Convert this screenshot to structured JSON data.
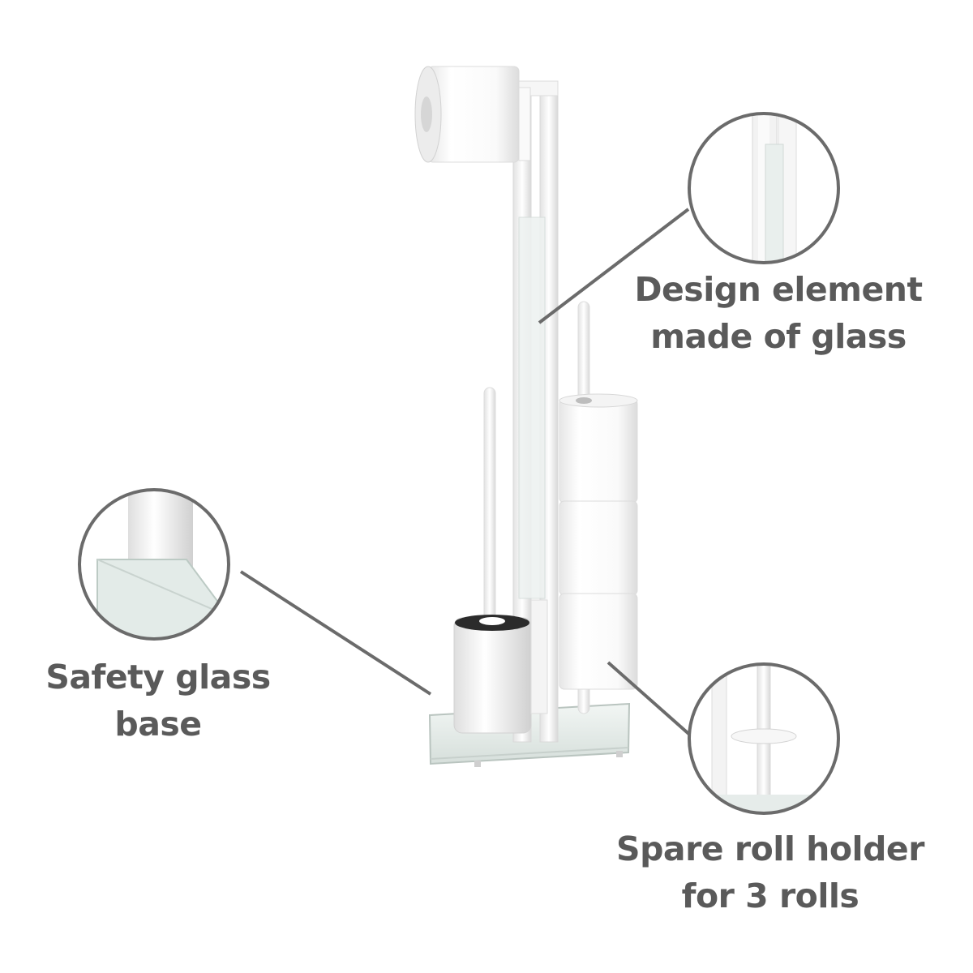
{
  "captions": {
    "glass_element": {
      "line1": "Design element",
      "line2": "made of glass"
    },
    "safety_base": {
      "line1": "Safety glass",
      "line2": "base"
    },
    "spare_holder": {
      "line1": "Spare roll holder",
      "line2": "for 3 rolls"
    }
  },
  "colors": {
    "caption_text": "#5a5a5a",
    "callout_circle": "#6b6b6b",
    "background": "#ffffff"
  },
  "icons": {
    "product": "toilet-paper-stand-illustration"
  }
}
